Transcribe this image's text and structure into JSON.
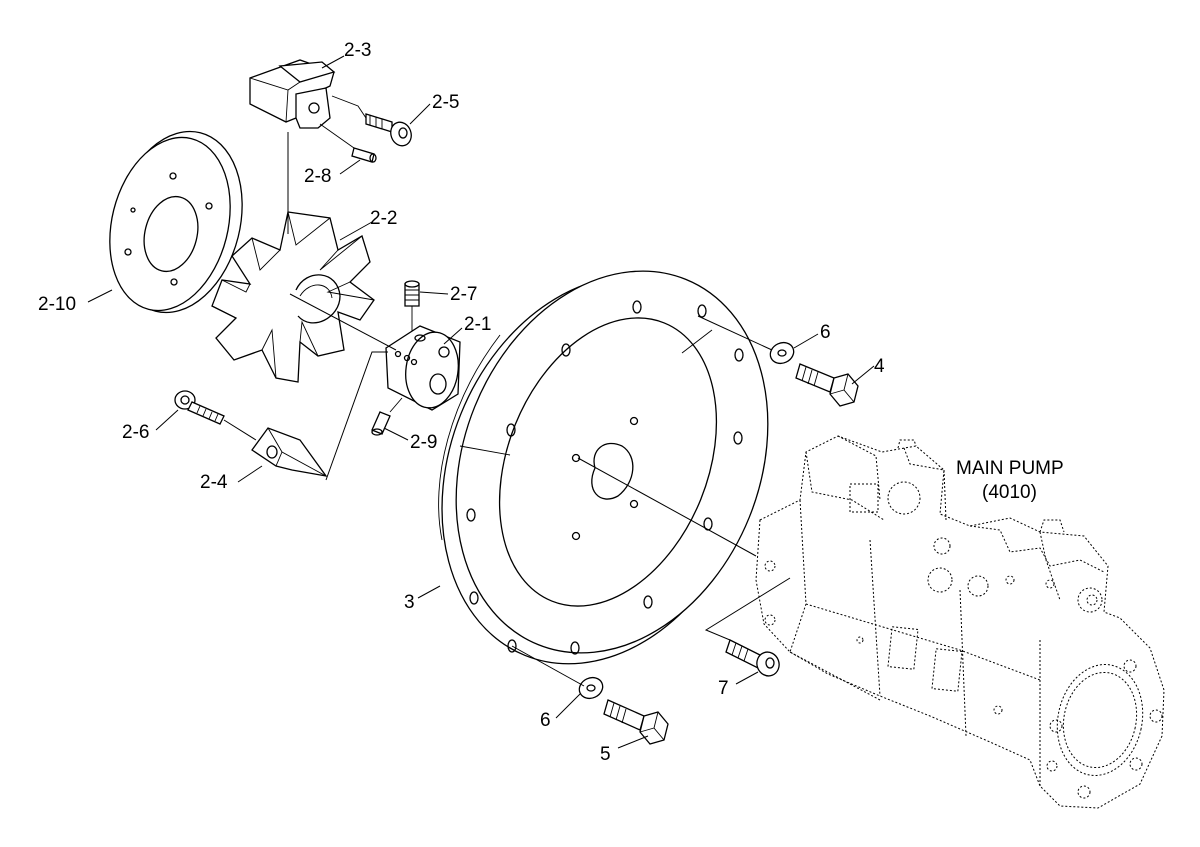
{
  "labels": {
    "p2_1": "2-1",
    "p2_2": "2-2",
    "p2_3": "2-3",
    "p2_4": "2-4",
    "p2_5": "2-5",
    "p2_6": "2-6",
    "p2_7": "2-7",
    "p2_8": "2-8",
    "p2_9": "2-9",
    "p2_10": "2-10",
    "p3": "3",
    "p4": "4",
    "p5": "5",
    "p6_top": "6",
    "p6_bottom": "6",
    "p7": "7",
    "main_pump": "MAIN PUMP",
    "main_pump_code": "(4010)"
  }
}
